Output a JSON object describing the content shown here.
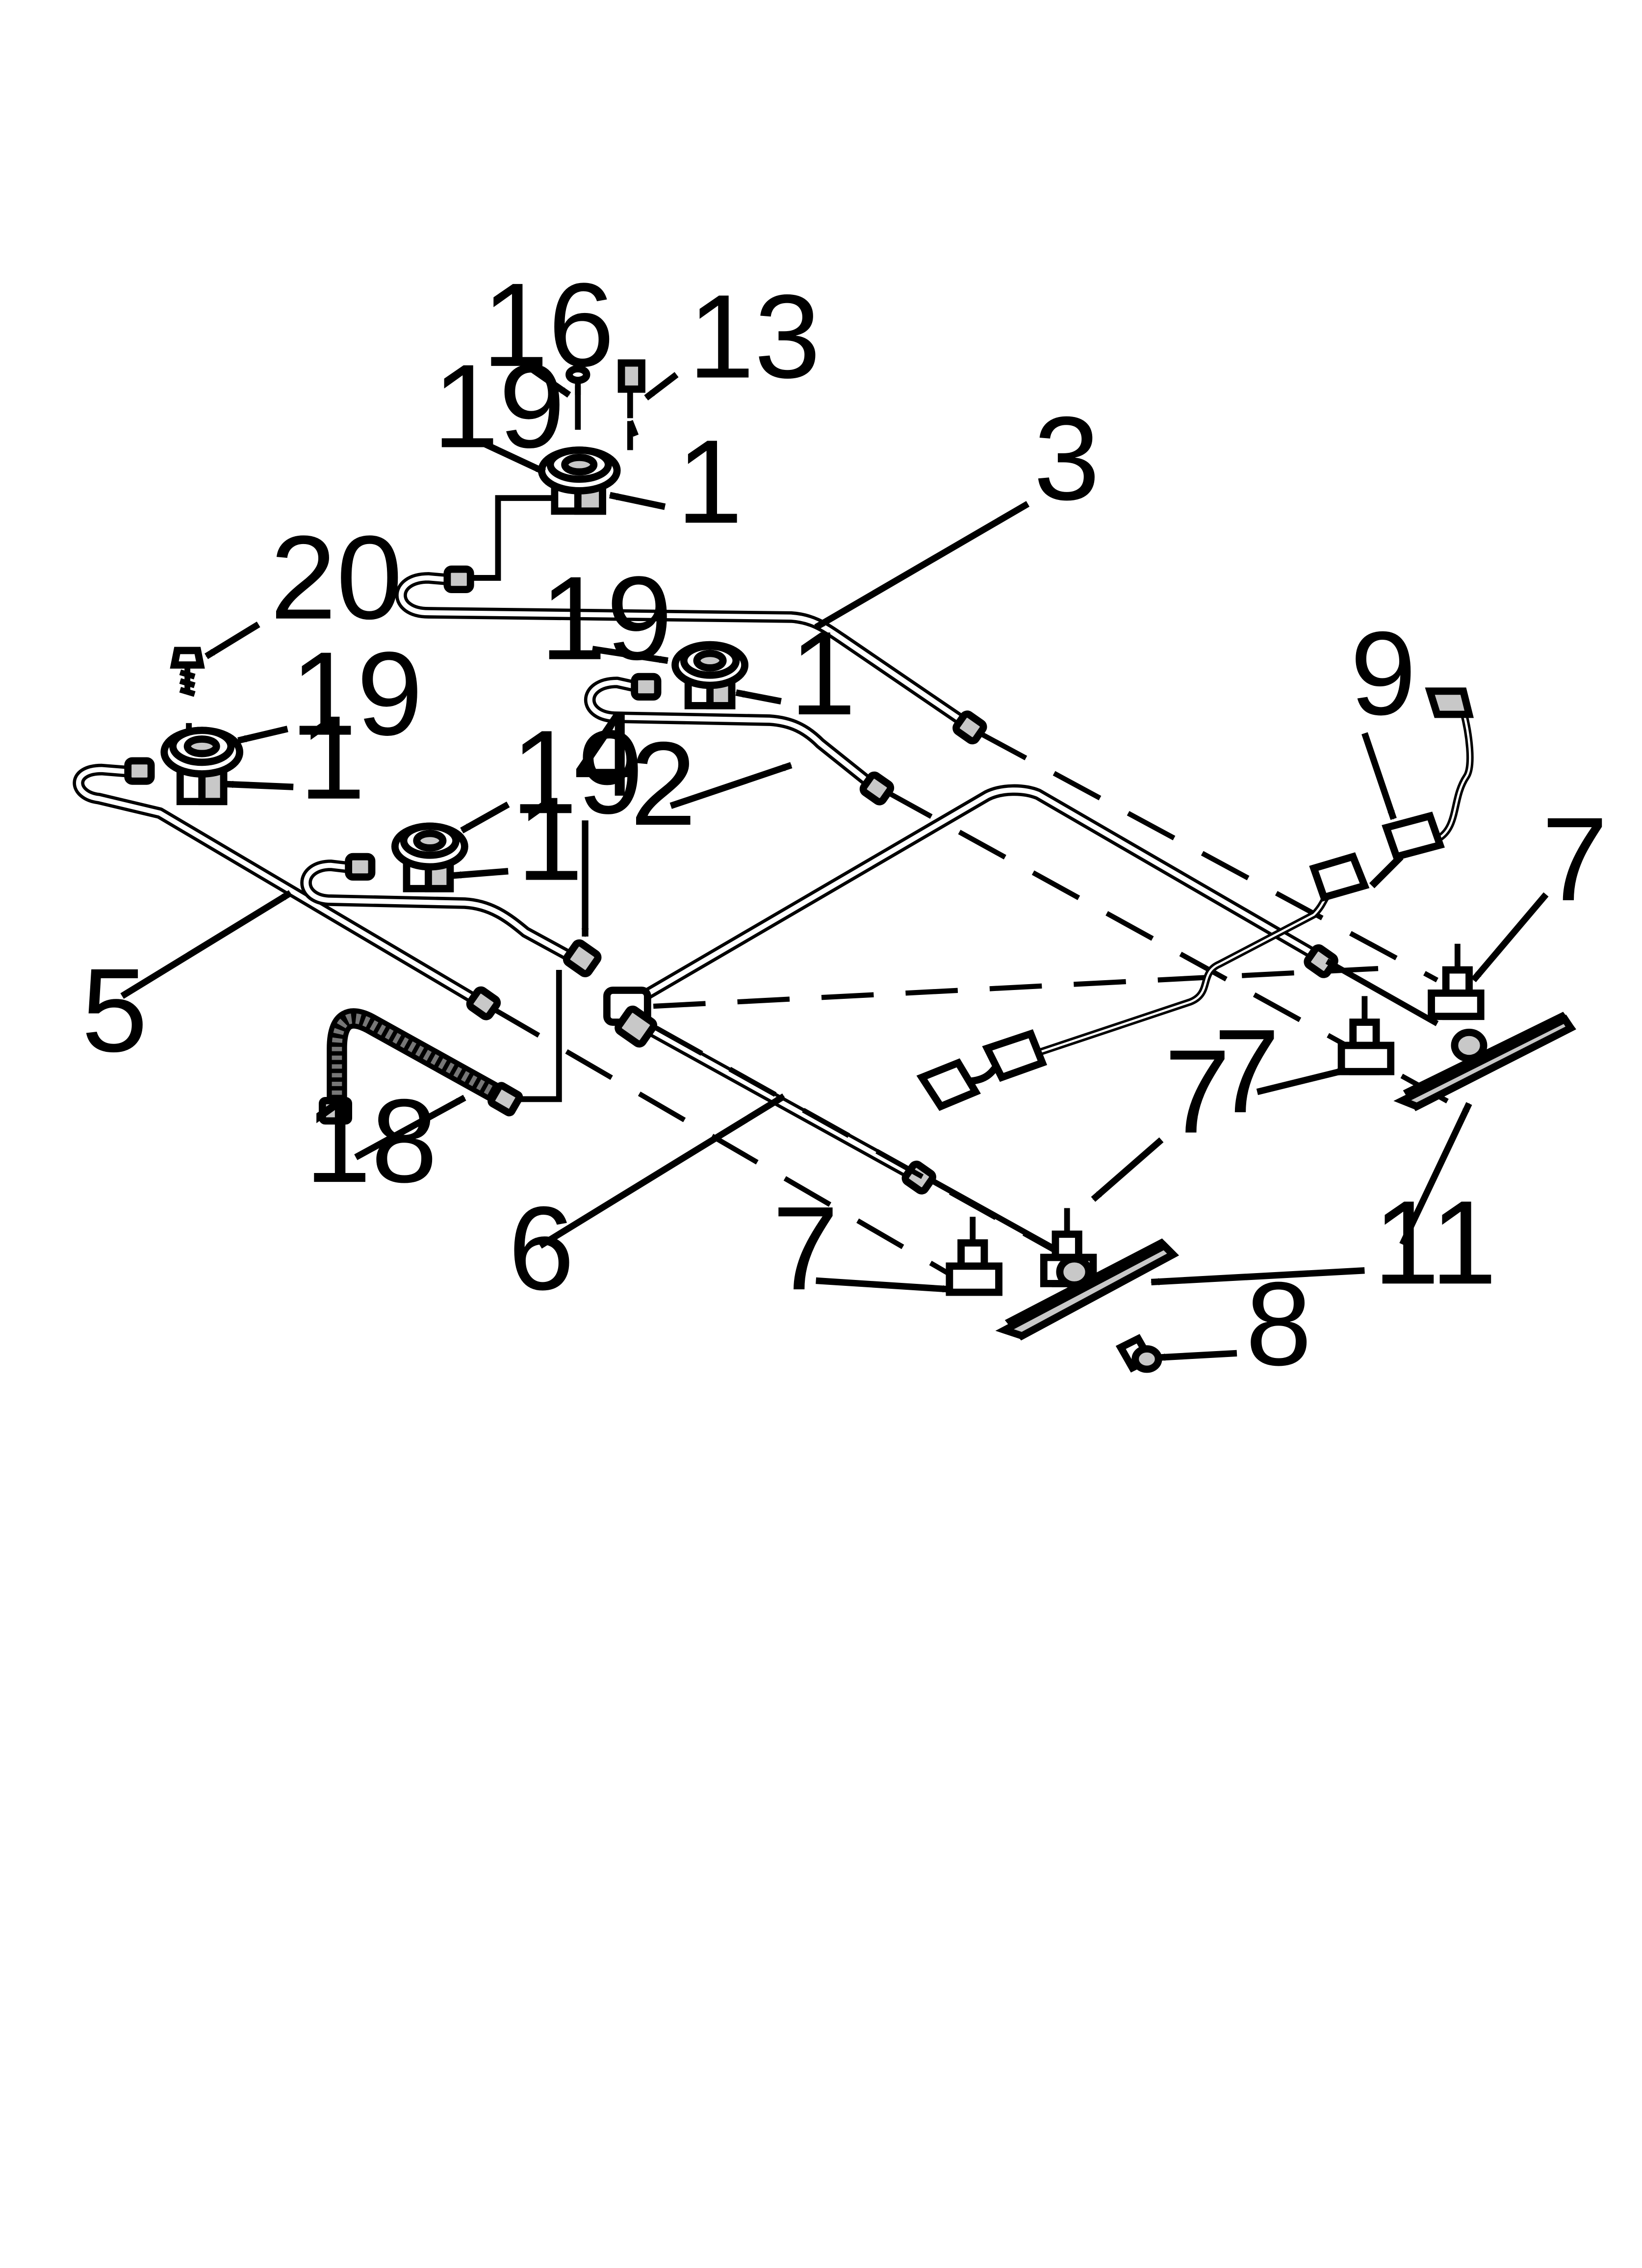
{
  "callouts": {
    "c16": "16",
    "c13": "13",
    "c19_top": "19",
    "c1_top": "1",
    "c3": "3",
    "c20": "20",
    "c19_mid": "19",
    "c1_mid": "1",
    "c19_left": "19",
    "c1_left": "1",
    "c9": "9",
    "c19_front": "19",
    "c4": "4",
    "c1_front": "1",
    "c2": "2",
    "c7_right": "7",
    "c5": "5",
    "c7_midright": "7",
    "c7_center": "7",
    "c18": "18",
    "c6": "6",
    "c11": "11",
    "c7_left": "7",
    "c8": "8"
  }
}
